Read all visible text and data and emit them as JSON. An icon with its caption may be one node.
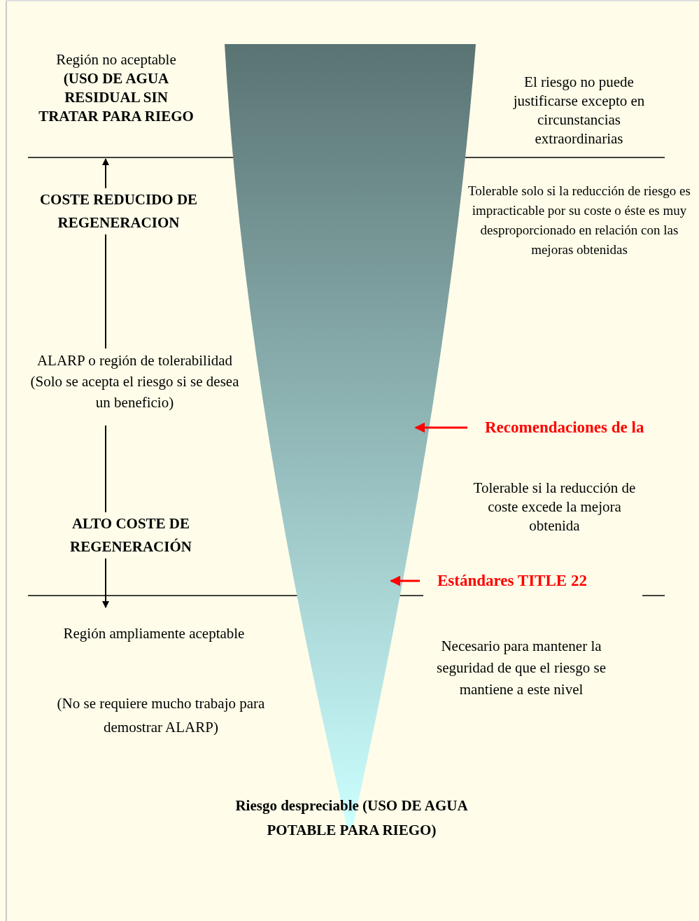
{
  "diagram": {
    "nodes": [
      {
        "text": [],
        "shape": "triangle"
      },
      {
        "text": [
          "Recomendaciones de la"
        ]
      },
      {
        "text": [
          "Estándares TITLE 22"
        ]
      }
    ],
    "edges": [
      {
        "from": 1,
        "to": 0,
        "arrow": "to"
      },
      {
        "from": 2,
        "to": 0,
        "arrow": "to"
      }
    ],
    "labels": [
      "Región no aceptable **(USO DE AGUA RESIDUAL SIN TRATAR PARA RIEGO**",
      "El riesgo no puede justificarse excepto en circunstancias extraordinarias",
      "COSTE REDUCIDO DE REGENERACION",
      "Tolerable solo si la reducción de riesgo es impracticable por su coste o éste es muy desproporcionado en relación con las mejoras obtenidas",
      "ALARP o región de tolerabilidad (Solo se acepta el riesgo si se desea un beneficio)",
      "Tolerable si la reducción de coste excede la mejora obtenida",
      "ALTO COSTE DE REGENERACIÓN",
      "Región ampliamente aceptable",
      "Necesario para mantener la seguridad de que el riesgo se mantiene a este nivel",
      "(No se requiere mucho trabajo para demostrar ALARP)",
      "**Riesgo despreciable (USO DE AGUA POTABLE PARA RIEGO**)"
    ]
  }
}
